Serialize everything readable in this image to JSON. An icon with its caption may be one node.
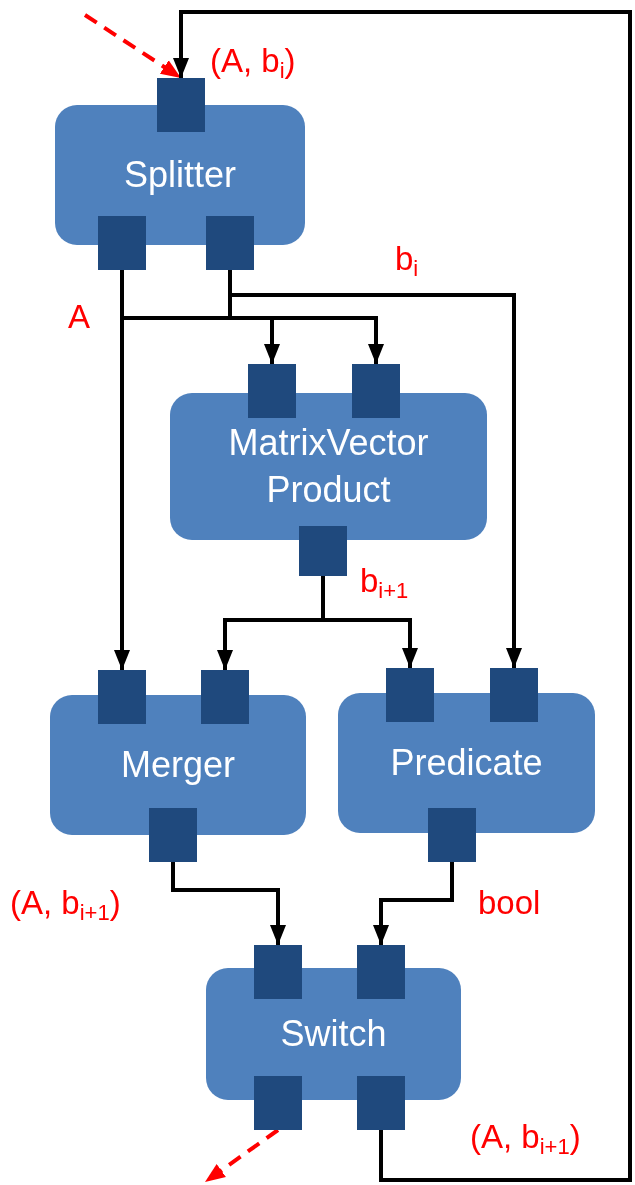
{
  "diagram": {
    "nodes": [
      {
        "text": [],
        "shape": "box"
      },
      {
        "text": [
          "Splitter"
        ]
      },
      {
        "text": [],
        "shape": "box"
      },
      {
        "text": [],
        "shape": "box"
      },
      {
        "text": [],
        "shape": "box"
      },
      {
        "text": [],
        "shape": "box"
      },
      {
        "text": [
          "MatrixVector Product"
        ]
      },
      {
        "text": [],
        "shape": "box"
      },
      {
        "text": [],
        "shape": "box"
      },
      {
        "text": [],
        "shape": "box"
      },
      {
        "text": [],
        "shape": "box"
      },
      {
        "text": [],
        "shape": "box"
      },
      {
        "text": [
          "Merger"
        ]
      },
      {
        "text": [
          "Predicate"
        ]
      },
      {
        "text": [],
        "shape": "box"
      },
      {
        "text": [],
        "shape": "box"
      },
      {
        "text": [],
        "shape": "box"
      },
      {
        "text": [],
        "shape": "box"
      },
      {
        "text": [
          "Switch"
        ]
      },
      {
        "text": [],
        "shape": "box"
      },
      {
        "text": [],
        "shape": "box"
      }
    ],
    "edges": [
      {
        "from": null,
        "to": 0,
        "arrow": "to",
        "style": "dashed",
        "color": "#ff0000"
      },
      {
        "from": 20,
        "to": 0,
        "arrow": "to"
      },
      {
        "from": 2,
        "to": 4,
        "arrow": "to"
      },
      {
        "from": 3,
        "to": 5,
        "arrow": "to"
      },
      {
        "from": 2,
        "to": 8,
        "arrow": "to"
      },
      {
        "from": 3,
        "to": 11,
        "arrow": "to"
      },
      {
        "from": 7,
        "to": 9,
        "arrow": "to"
      },
      {
        "from": 7,
        "to": 10,
        "arrow": "to"
      },
      {
        "from": 14,
        "to": 16,
        "arrow": "to"
      },
      {
        "from": 15,
        "to": 17,
        "arrow": "to"
      },
      {
        "from": 19,
        "to": null,
        "arrow": "to",
        "style": "dashed",
        "color": "#ff0000"
      }
    ],
    "labels": [
      "(A, b$_{i}$)",
      "b$_{i}$",
      "A",
      "b$_{i+1}$",
      "(A, b$_{i+1}$)",
      "bool",
      "(A, b$_{i+1}$)"
    ]
  }
}
